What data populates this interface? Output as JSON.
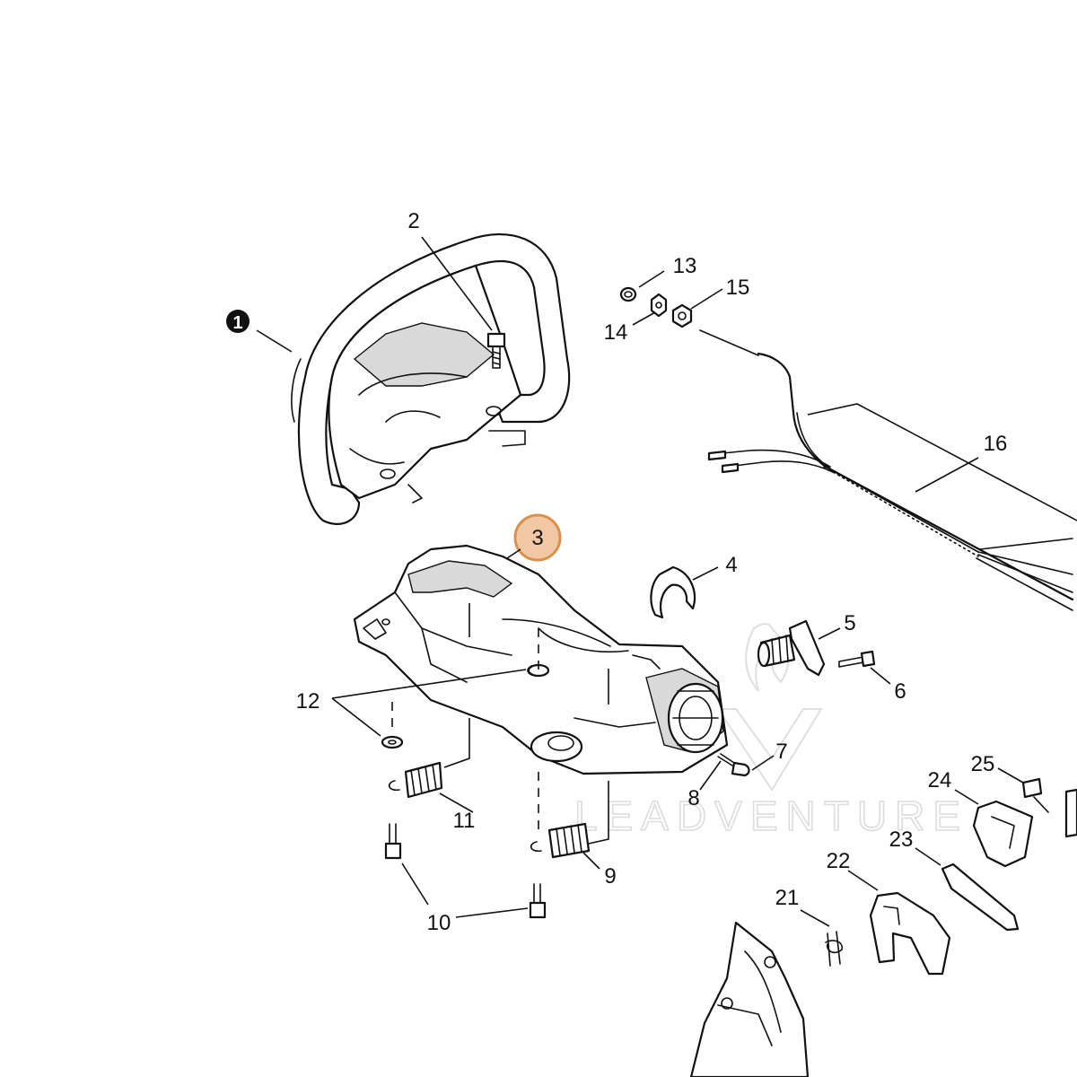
{
  "watermark": {
    "text": "LEADVENTURE"
  },
  "highlight_color": "#f2c7a3",
  "highlight_border": "#d9914a",
  "callouts": {
    "c1": "1",
    "c2": "2",
    "c3": "3",
    "c4": "4",
    "c5": "5",
    "c6": "6",
    "c7": "7",
    "c8": "8",
    "c9": "9",
    "c10": "10",
    "c11": "11",
    "c12": "12",
    "c13": "13",
    "c14": "14",
    "c15": "15",
    "c16": "16",
    "c21": "21",
    "c22": "22",
    "c23": "23",
    "c24": "24",
    "c25": "25"
  },
  "highlighted_part": "3"
}
